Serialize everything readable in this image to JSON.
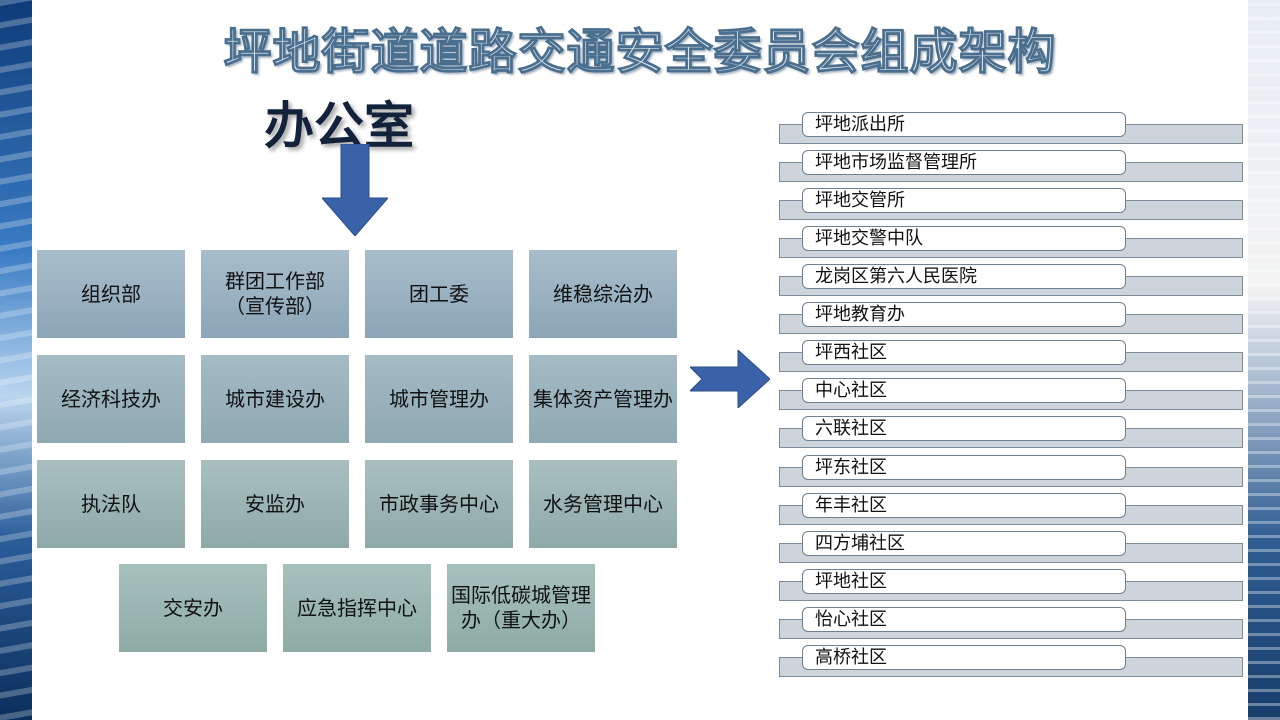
{
  "title": "坪地街道道路交通安全委员会组成架构",
  "office": "办公室",
  "departments": [
    [
      "组织部",
      "群团工作部\n（宣传部）",
      "团工委",
      "维稳综治办"
    ],
    [
      "经济科技办",
      "城市建设办",
      "城市管理办",
      "集体资产管理办"
    ],
    [
      "执法队",
      "安监办",
      "市政事务中心",
      "水务管理中心"
    ],
    [
      "交安办",
      "应急指挥中心",
      "国际低碳城管理办（重大办）"
    ]
  ],
  "units": [
    "坪地派出所",
    "坪地市场监督管理所",
    "坪地交管所",
    "坪地交警中队",
    "龙岗区第六人民医院",
    "坪地教育办",
    "坪西社区",
    "中心社区",
    "六联社区",
    "坪东社区",
    "年丰社区",
    "四方埔社区",
    "坪地社区",
    "怡心社区",
    "高桥社区"
  ],
  "colors": {
    "arrow": "#3a62a8",
    "box": "#8ba6b8"
  }
}
